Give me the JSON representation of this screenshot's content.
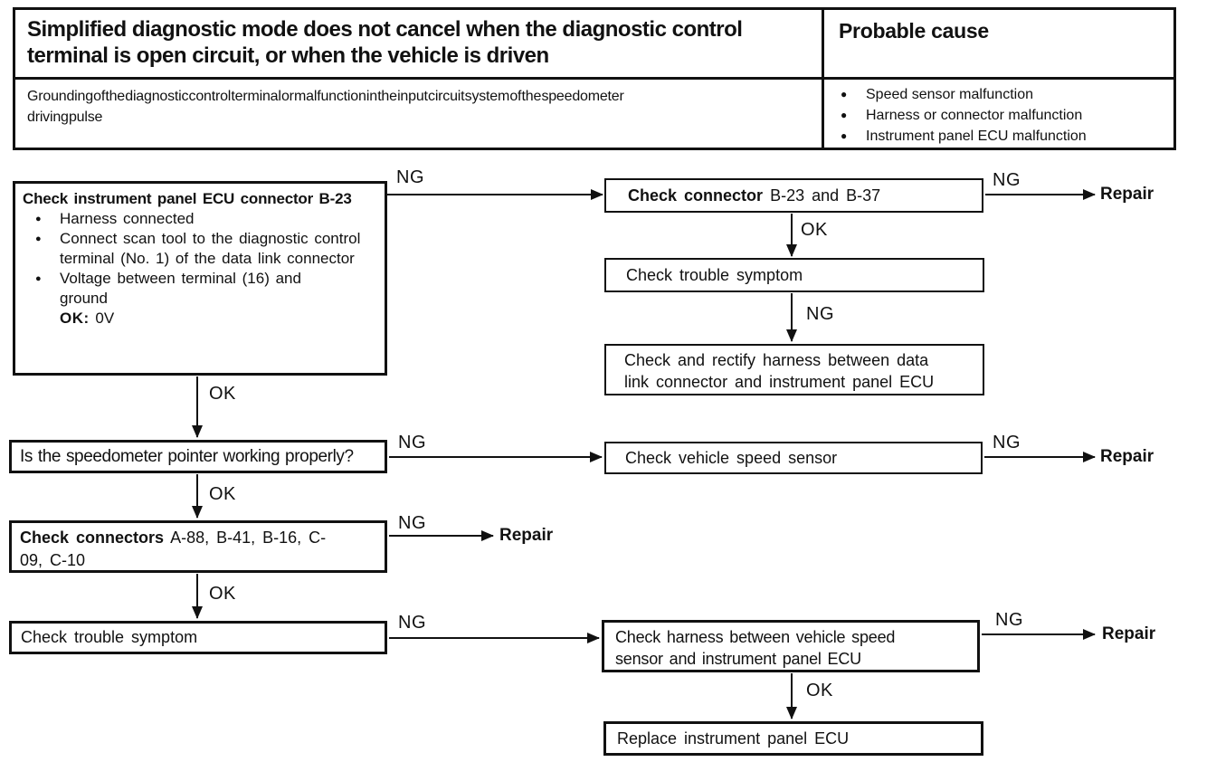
{
  "header": {
    "title": "Simplified diagnostic mode does not cancel when the diagnostic control terminal is open circuit, or when the vehicle is driven",
    "probable_cause": "Probable cause",
    "comment": "Grounding of the diagnostic control terminal or malfunction in the input circuit system of the speedometer driving pulse",
    "bullet": "●",
    "causes": [
      "Speed sensor malfunction",
      "Harness or connector malfunction",
      "Instrument panel ECU malfunction"
    ]
  },
  "labels": {
    "ng": "NG",
    "ok": "OK",
    "repair": "Repair"
  },
  "boxes": {
    "check_ecu_connector": {
      "title": "Check instrument panel ECU connector B-23",
      "items": [
        "Harness connected",
        "Connect scan tool to the diagnostic control terminal (No. 1) of the data link connector",
        "Voltage between terminal (16) and ground"
      ],
      "ok_label": "OK:",
      "ok_value": "0V"
    },
    "check_connector": {
      "lead": "Check connector",
      "rest": "B-23 and B-37"
    },
    "check_trouble_symptom_right": {
      "text": "Check trouble symptom"
    },
    "check_rectify_harness": {
      "text": "Check and rectify harness between data link connector and instrument panel ECU"
    },
    "speedometer_question": {
      "text": "Is the speedometer pointer working properly?"
    },
    "check_vehicle_speed_sensor": {
      "text": "Check vehicle speed sensor"
    },
    "check_connectors": {
      "lead": "Check connectors",
      "rest": "A-88, B-41, B-16, C-09, C-10"
    },
    "check_trouble_symptom_left": {
      "text": "Check trouble symptom"
    },
    "check_harness": {
      "text": "Check harness between vehicle speed sensor and instrument panel ECU"
    },
    "replace_ecu": {
      "text": "Replace instrument panel ECU"
    }
  },
  "colors": {
    "ink": "#111111",
    "paper": "#ffffff"
  }
}
